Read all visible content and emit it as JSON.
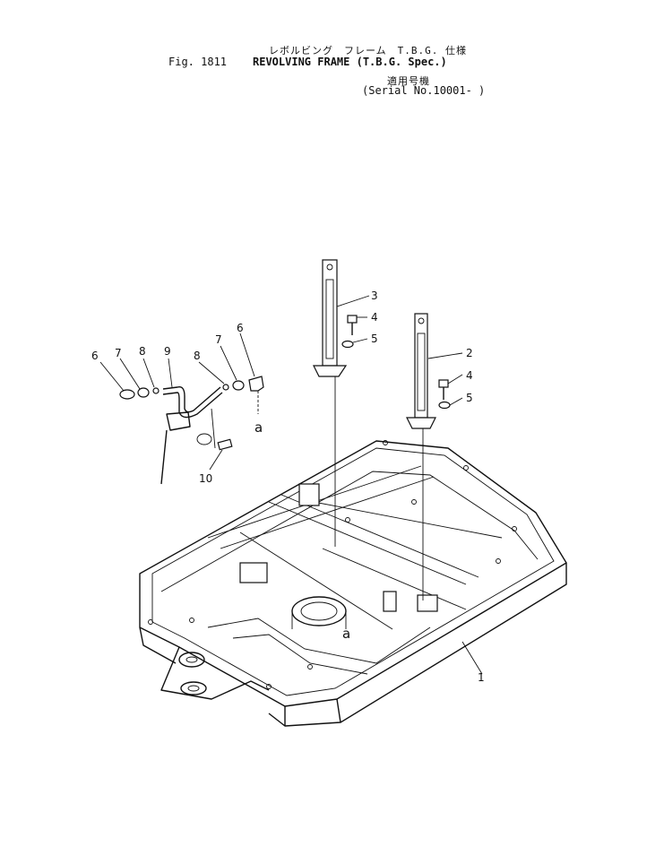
{
  "header": {
    "title_jp": "レボルビング　フレーム　T.B.G. 仕様",
    "fig_label": "Fig. 1811",
    "title_en": "REVOLVING FRAME (T.B.G. Spec.)",
    "serial_jp": "適用号機",
    "serial_en": "(Serial No.10001- )"
  },
  "callouts": {
    "c1": "1",
    "c2": "2",
    "c3": "3",
    "c4a": "4",
    "c4b": "4",
    "c5a": "5",
    "c5b": "5",
    "c6a": "6",
    "c6b": "6",
    "c7a": "7",
    "c7b": "7",
    "c8a": "8",
    "c8b": "8",
    "c9": "9",
    "c10": "10",
    "ref_a1": "a",
    "ref_a2": "a"
  }
}
